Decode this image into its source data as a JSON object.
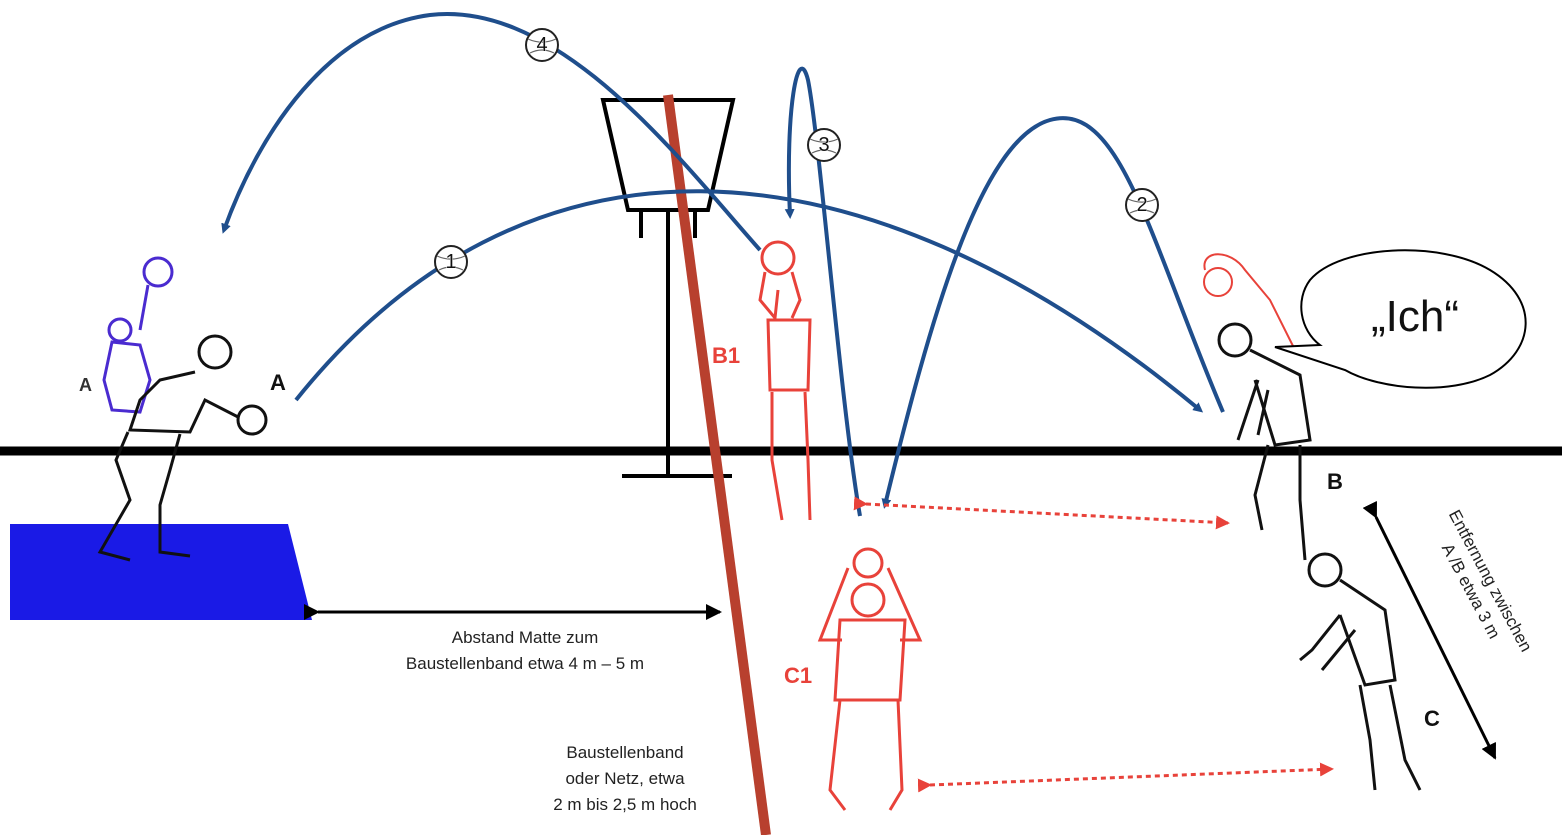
{
  "labels": {
    "a_left": "A",
    "a_right": "A",
    "b": "B",
    "c": "C",
    "b1": "B1",
    "c1": "C1"
  },
  "speech": "„Ich“",
  "balls": [
    "1",
    "2",
    "3",
    "4"
  ],
  "captions": {
    "mat_distance_line1": "Abstand Matte  zum",
    "mat_distance_line2": "Baustellenband etwa 4 m – 5 m",
    "tape_line1": "Baustellenband",
    "tape_line2": "oder Netz, etwa",
    "tape_line3": "2 m bis 2,5 m hoch",
    "ab_distance_line1": "Entfernung zwischen",
    "ab_distance_line2": "A /B etwa 3 m"
  },
  "colors": {
    "trajectory": "#1f4e8c",
    "tape": "#b8402e",
    "mat": "#1a1ae6",
    "red_figures": "#e8423a",
    "dotted_arrows": "#e8423a"
  }
}
